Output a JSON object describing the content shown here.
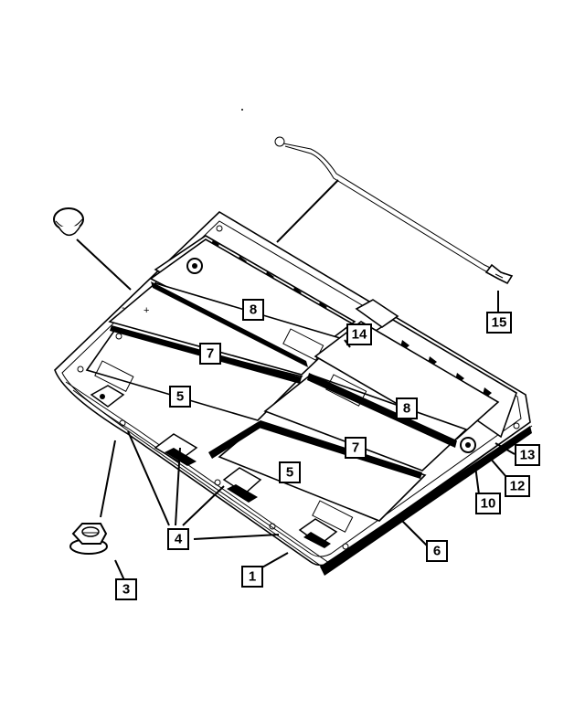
{
  "callouts": [
    {
      "id": "c1",
      "label": "1"
    },
    {
      "id": "c3",
      "label": "3"
    },
    {
      "id": "c4",
      "label": "4"
    },
    {
      "id": "c5a",
      "label": "5"
    },
    {
      "id": "c5b",
      "label": "5"
    },
    {
      "id": "c6",
      "label": "6"
    },
    {
      "id": "c7a",
      "label": "7"
    },
    {
      "id": "c7b",
      "label": "7"
    },
    {
      "id": "c8a",
      "label": "8"
    },
    {
      "id": "c8b",
      "label": "8"
    },
    {
      "id": "c10",
      "label": "10"
    },
    {
      "id": "c12",
      "label": "12"
    },
    {
      "id": "c13",
      "label": "13"
    },
    {
      "id": "c14",
      "label": "14"
    },
    {
      "id": "c15",
      "label": "15"
    }
  ],
  "panel_marks": {
    "plus": "+",
    "minus": "-"
  }
}
